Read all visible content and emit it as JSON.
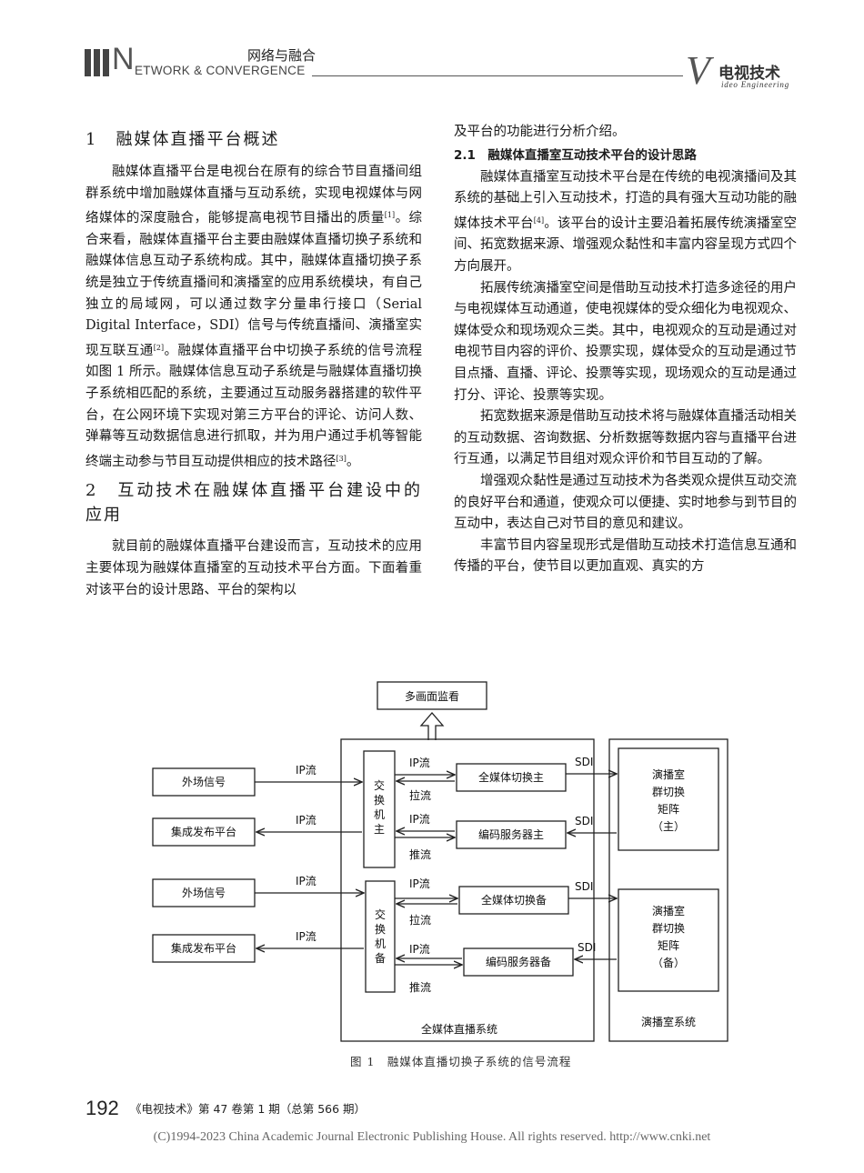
{
  "header": {
    "section_cn": "网络与融合",
    "section_en_initial": "N",
    "section_en_rest": "ETWORK & CONVERGENCE",
    "logo_letter": "V",
    "logo_cn": "电视技术",
    "logo_en": "ideo Engineering"
  },
  "left_column": {
    "heading1": "1　融媒体直播平台概述",
    "para1": "融媒体直播平台是电视台在原有的综合节目直播间组群系统中增加融媒体直播与互动系统，实现电视媒体与网络媒体的深度融合，能够提高电视节目播出的质量",
    "para1_ref": "[1]",
    "para1_tail": "。综合来看，融媒体直播平台主要由融媒体直播切换子系统和融媒体信息互动子系统构成。其中，融媒体直播切换子系统是独立于传统直播间和演播室的应用系统模块，有自己独立的局域网，可以通过数字分量串行接口（Serial Digital Interface，SDI）信号与传统直播间、演播室实现互联互通",
    "para1_ref2": "[2]",
    "para1_tail2": "。融媒体直播平台中切换子系统的信号流程如图 1 所示。融媒体信息互动子系统是与融媒体直播切换子系统相匹配的系统，主要通过互动服务器搭建的软件平台，在公网环境下实现对第三方平台的评论、访问人数、弹幕等互动数据信息进行抓取，并为用户通过手机等智能终端主动参与节目互动提供相应的技术路径",
    "para1_ref3": "[3]",
    "para1_end": "。",
    "heading2": "2　互动技术在融媒体直播平台建设中的应用",
    "para2": "就目前的融媒体直播平台建设而言，互动技术的应用主要体现为融媒体直播室的互动技术平台方面。下面着重对该平台的设计思路、平台的架构以"
  },
  "right_column": {
    "para_cont": "及平台的功能进行分析介绍。",
    "heading21": "2.1　融媒体直播室互动技术平台的设计思路",
    "para1": "融媒体直播室互动技术平台是在传统的电视演播间及其系统的基础上引入互动技术，打造的具有强大互动功能的融媒体技术平台",
    "para1_ref": "[4]",
    "para1_tail": "。该平台的设计主要沿着拓展传统演播室空间、拓宽数据来源、增强观众黏性和丰富内容呈现方式四个方向展开。",
    "para2": "拓展传统演播室空间是借助互动技术打造多途径的用户与电视媒体互动通道，使电视媒体的受众细化为电视观众、媒体受众和现场观众三类。其中，电视观众的互动是通过对电视节目内容的评价、投票实现，媒体受众的互动是通过节目点播、直播、评论、投票等实现，现场观众的互动是通过打分、评论、投票等实现。",
    "para3": "拓宽数据来源是借助互动技术将与融媒体直播活动相关的互动数据、咨询数据、分析数据等数据内容与直播平台进行互通，以满足节目组对观众评价和节目互动的了解。",
    "para4": "增强观众黏性是通过互动技术为各类观众提供互动交流的良好平台和通道，使观众可以便捷、实时地参与到节目的互动中，表达自己对节目的意见和建议。",
    "para5": "丰富节目内容呈现形式是借助互动技术打造信息互通和传播的平台，使节目以更加直观、真实的方"
  },
  "figure": {
    "monitor": "多画面监看",
    "ext_signal_1": "外场信号",
    "ext_signal_2": "外场信号",
    "publish_1": "集成发布平台",
    "publish_2": "集成发布平台",
    "switch_main": "交换机主",
    "switch_backup": "交换机备",
    "media_switch_main": "全媒体切换主",
    "media_switch_backup": "全媒体切换备",
    "encoder_main": "编码服务器主",
    "encoder_backup": "编码服务器备",
    "matrix_main": "演播室群切换矩阵（主）",
    "matrix_backup": "演播室群切换矩阵（备）",
    "ip_flow": "IP流",
    "pull_flow": "拉流",
    "push_flow": "推流",
    "sdi": "SDI",
    "system_label": "全媒体直播系统",
    "studio_label": "演播室系统",
    "caption": "图 1　融媒体直播切换子系统的信号流程"
  },
  "footer": {
    "page_number": "192",
    "journal": "《电视技术》第 47 卷第 1 期（总第 566 期）",
    "copyright": "(C)1994-2023 China Academic Journal Electronic Publishing House. All rights reserved.    http://www.cnki.net"
  }
}
